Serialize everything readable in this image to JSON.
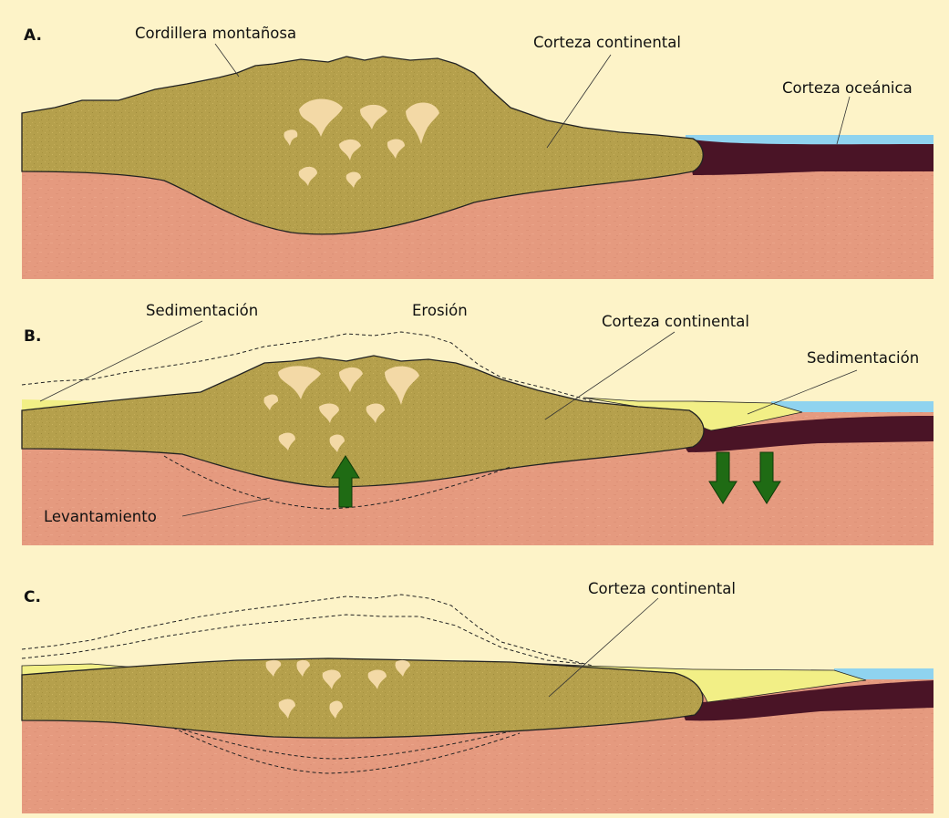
{
  "colors": {
    "background": "#fdf3c8",
    "mantle": "#e59a7f",
    "continental_crust": "#b5a04c",
    "oceanic_crust": "#4a1426",
    "ocean": "#8fd3ef",
    "sediment": "#f2ef86",
    "rock_inclusions": "#f3d9a6",
    "arrows": "#1f6b14"
  },
  "panels": [
    {
      "id": "A",
      "letter": "A.",
      "labels": {
        "mountain_range": "Cordillera montañosa",
        "continental_crust": "Corteza continental",
        "oceanic_crust": "Corteza oceánica"
      }
    },
    {
      "id": "B",
      "letter": "B.",
      "labels": {
        "sedimentation_left": "Sedimentación",
        "erosion": "Erosión",
        "continental_crust": "Corteza continental",
        "sedimentation_right": "Sedimentación",
        "uplift": "Levantamiento"
      },
      "arrows": [
        "up-arrow",
        "down-arrow",
        "down-arrow"
      ]
    },
    {
      "id": "C",
      "letter": "C.",
      "labels": {
        "continental_crust": "Corteza continental"
      }
    }
  ]
}
